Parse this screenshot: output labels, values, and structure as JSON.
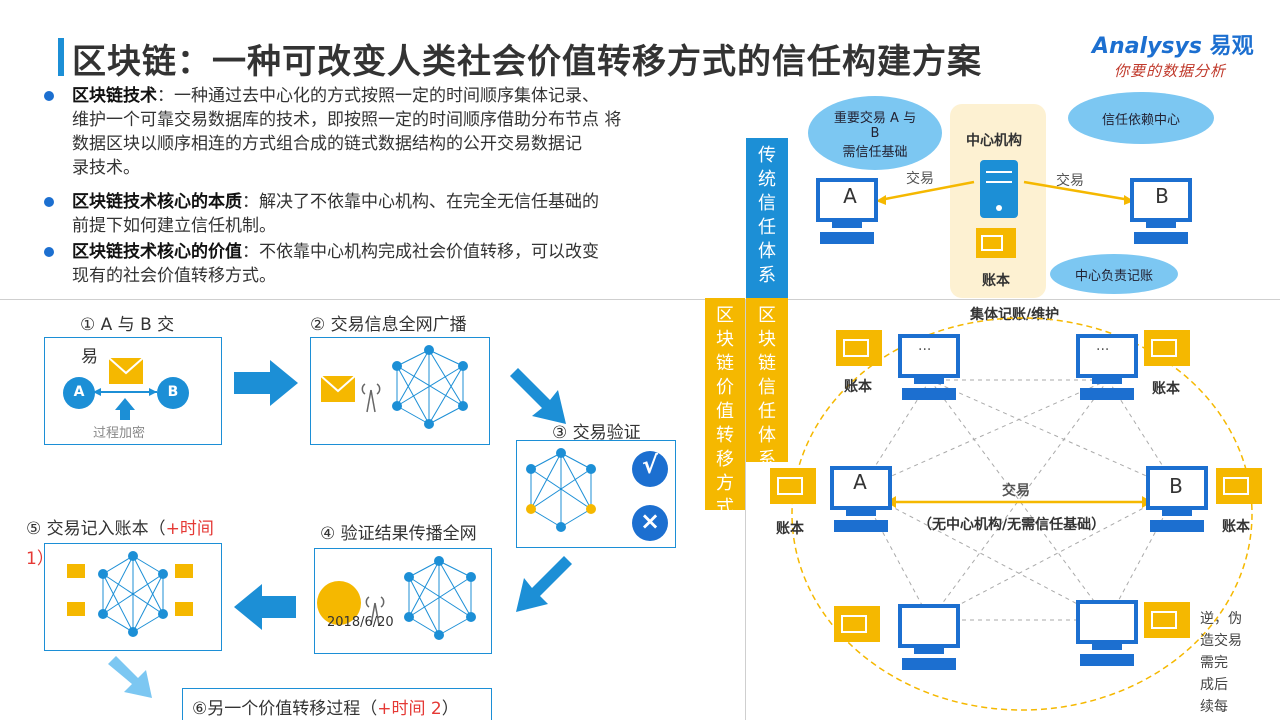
{
  "header": {
    "title": "区块链：一种可改变人类社会价值转移方式的信任构建方案",
    "logo_main": "Analysys",
    "logo_cn": "易观",
    "logo_sub": "你要的数据分析"
  },
  "bullets": [
    {
      "term": "区块链技术",
      "lines": [
        "：一种通过去中心化的方式按照一定的时间顺序集体记录、",
        "维护一个可靠交易数据库的技术，即按照一定的时间顺序借助分布节点 将",
        "数据区块以顺序相连的方式组合成的链式数据结构的公开交易数据记",
        "录技术。"
      ]
    },
    {
      "term": "区块链技术核心的本质",
      "lines": [
        "：解决了不依靠中心机构、在完全无信任基础的",
        "前提下如何建立信任机制。"
      ]
    },
    {
      "term": "区块链技术核心的价值",
      "lines": [
        "：不依靠中心机构完成社会价值转移，可以改变",
        "现有的社会价值转移方式。"
      ]
    }
  ],
  "steps": {
    "s1_label_a": "① A 与 B 交",
    "s1_label_b": "易",
    "s1_node_a": "A",
    "s1_node_b": "B",
    "s1_caption": "过程加密",
    "s2_label": "② 交易信息全网广播",
    "s3_label": "③ 交易验证",
    "s3_check": "√",
    "s3_cross": "×",
    "s4_label": "④ 验证结果传播全网",
    "s4_date": "2018/6/20",
    "s5_label_a": "⑤ 交易记入账本（",
    "s5_label_red": "+时间",
    "s5_label_b": "1）",
    "s6_label_a": "⑥另一个价值转移过程（",
    "s6_label_red": "+时间 2",
    "s6_label_b": "）"
  },
  "vertical_labels": {
    "traditional": [
      "传",
      "统",
      "信",
      "任",
      "体",
      "系"
    ],
    "blockchain_value": [
      "区",
      "块",
      "链",
      "价",
      "值",
      "转",
      "移",
      "方",
      "式"
    ],
    "blockchain_trust": [
      "区",
      "块",
      "链",
      "信",
      "任",
      "体",
      "系"
    ]
  },
  "traditional": {
    "bubble_left": [
      "重要交易 A 与",
      "B",
      "需信任基础"
    ],
    "bubble_right_top": "信任依赖中心",
    "bubble_right_bottom": "中心负责记账",
    "center_label": "中心机构",
    "ledger_label": "账本",
    "trade_left": "交易",
    "trade_right": "交易",
    "node_a": "A",
    "node_b": "B"
  },
  "blockchain": {
    "top_label": "集体记账/维护",
    "trade_label": "交易",
    "trade_sub": "（无中心机构/无需信任基础）",
    "ledger_label": "账本",
    "node_a": "A",
    "node_b": "B",
    "dots": "···",
    "side_text": [
      "逆，伪",
      "造交易",
      "需完",
      "成后",
      "续每"
    ]
  },
  "colors": {
    "blue": "#1c8fd6",
    "yellow": "#f5b800",
    "bubble": "#7cc7f2"
  }
}
